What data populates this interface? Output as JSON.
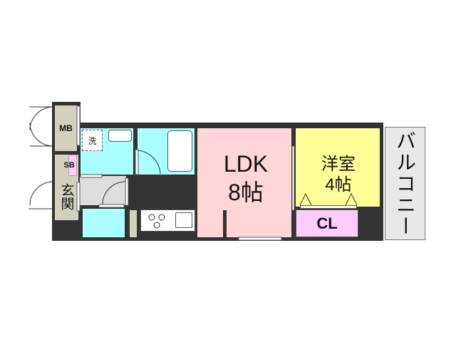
{
  "rooms": {
    "mb": "MB",
    "sb": "SB",
    "entrance": "玄関",
    "washer": "洗",
    "ldk_name": "LDK",
    "ldk_size": "8帖",
    "western_name": "洋室",
    "western_size": "4帖",
    "closet": "CL",
    "balcony": "バルコニー"
  },
  "colors": {
    "wall": "#333333",
    "ldk": "#ffd5d8",
    "western": "#ffff99",
    "wet": "#aaffff",
    "closet": "#ffccff",
    "storage": "#d4d0c0",
    "balcony": "#e8e8e8"
  }
}
